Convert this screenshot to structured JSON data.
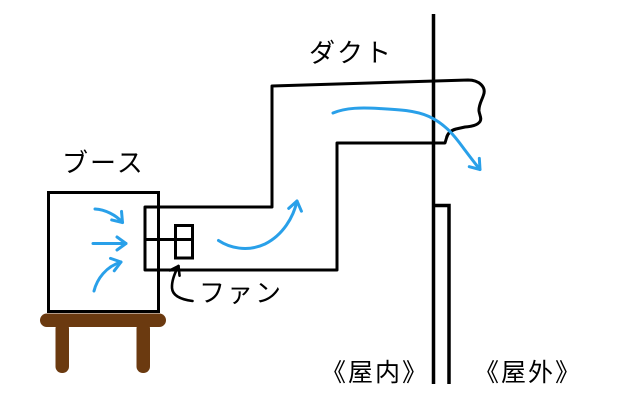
{
  "diagram": {
    "labels": {
      "booth": "ブース",
      "duct": "ダクト",
      "fan": "ファン",
      "indoor": "《屋内》",
      "outdoor": "《屋外》"
    },
    "colors": {
      "line": "#000000",
      "airflow": "#29A0E9",
      "table": "#6B3A10",
      "background": "#FFFFFF"
    }
  }
}
